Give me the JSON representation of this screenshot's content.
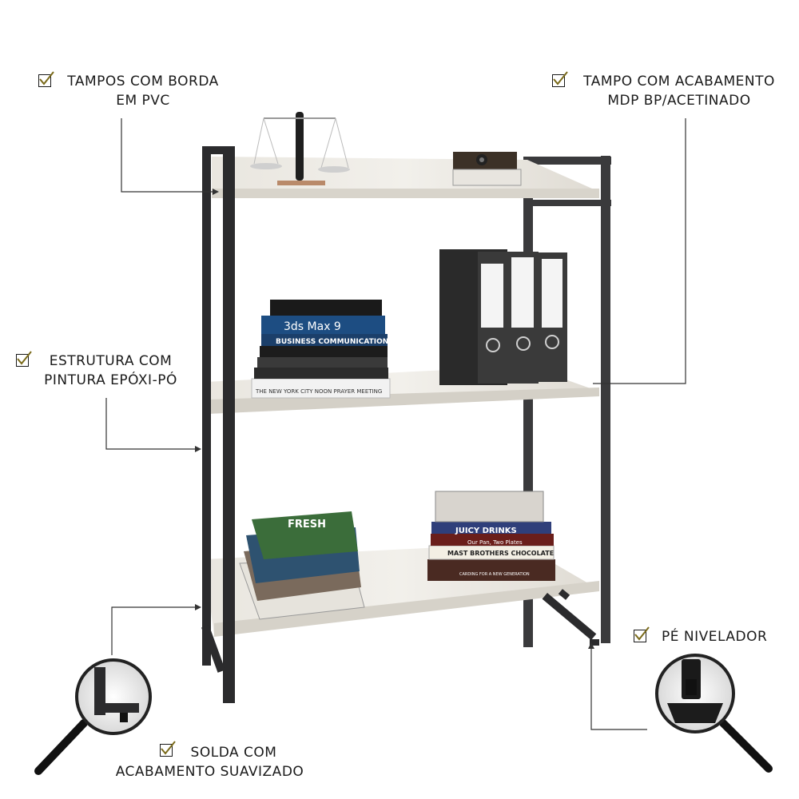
{
  "callouts": {
    "tampos_borda": {
      "lines": [
        "TAMPOS COM BORDA",
        "EM PVC"
      ],
      "icon": "checkbox-icon"
    },
    "tampo_acabamento": {
      "lines": [
        "TAMPO COM ACABAMENTO",
        "MDP BP/ACETINADO"
      ],
      "icon": "checkbox-icon"
    },
    "estrutura": {
      "lines": [
        "ESTRUTURA COM",
        "PINTURA EPÓXI-PÓ"
      ],
      "icon": "checkbox-icon"
    },
    "pe_nivelador": {
      "lines": [
        "PÉ NIVELADOR"
      ],
      "icon": "checkbox-icon"
    },
    "solda": {
      "lines": [
        "SOLDA COM",
        "ACABAMENTO SUAVIZADO"
      ],
      "icon": "checkbox-icon"
    }
  },
  "books": {
    "middle": [
      "3ds Max 9",
      "BUSINESS COMMUNICATIONS",
      "THE NEW YORK CITY NOON PRAYER MEETING"
    ],
    "bottom_right": [
      "JUICY DRINKS",
      "Our Pan, Two Plates",
      "MAST BROTHERS CHOCOLATE",
      "CARDING FOR A NEW GENERATION"
    ],
    "bottom_left": [
      "FRESH"
    ]
  },
  "colors": {
    "frame": "#2b2b2d",
    "shelf": "#ebe8e2",
    "text": "#1a1a1a",
    "check": "#7a6a1a"
  }
}
